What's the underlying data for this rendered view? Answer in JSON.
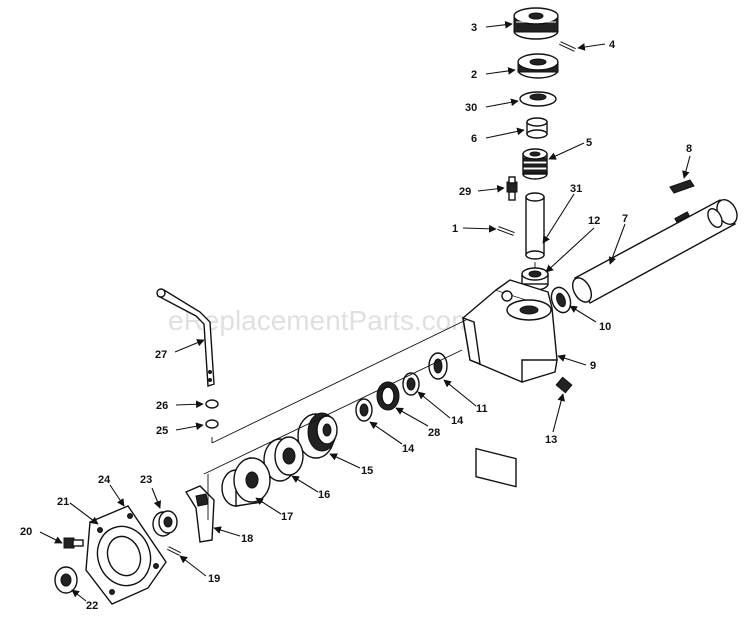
{
  "watermark": "eReplacementParts.com",
  "callouts": {
    "c1": "1",
    "c2": "2",
    "c3": "3",
    "c4": "4",
    "c5": "5",
    "c6": "6",
    "c7": "7",
    "c8": "8",
    "c9": "9",
    "c10": "10",
    "c11": "11",
    "c12": "12",
    "c13": "13",
    "c14a": "14",
    "c14b": "14",
    "c15": "15",
    "c16": "16",
    "c17": "17",
    "c18": "18",
    "c19": "19",
    "c20": "20",
    "c21": "21",
    "c22": "22",
    "c23": "23",
    "c24": "24",
    "c25": "25",
    "c26": "26",
    "c27": "27",
    "c28": "28",
    "c29": "29",
    "c30": "30",
    "c31": "31"
  }
}
